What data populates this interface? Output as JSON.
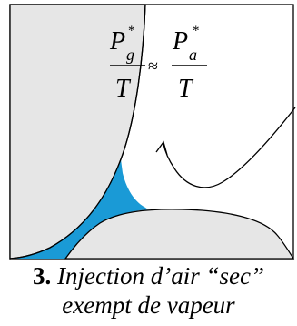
{
  "diagram": {
    "equation": {
      "left_numerator_base": "P",
      "left_numerator_subscript": "g",
      "left_numerator_superscript": "*",
      "left_denominator": "T",
      "relation": "≈",
      "right_numerator_base": "P",
      "right_numerator_subscript": "a",
      "right_numerator_superscript": "*",
      "right_denominator": "T"
    },
    "caption": {
      "number": "3.",
      "line1": "Injection d’air “sec”",
      "line2": "exempt de vapeur"
    },
    "colors": {
      "solid_fill": "#e6e6e6",
      "liquid_fill": "#1a9ad6",
      "outline": "#000000"
    }
  }
}
